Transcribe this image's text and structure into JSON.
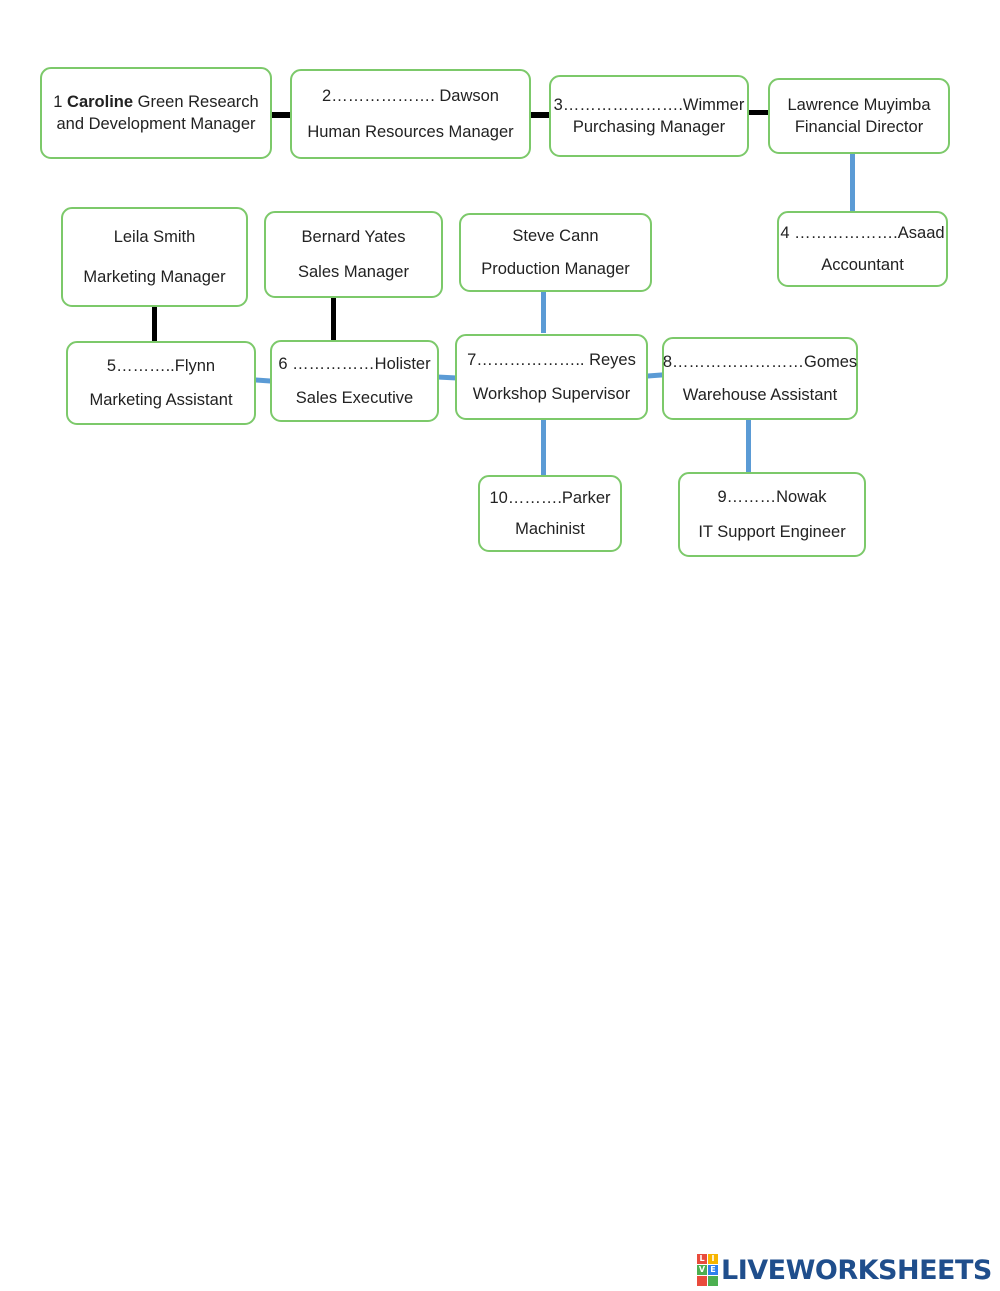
{
  "org_chart": {
    "caroline": {
      "number": "1",
      "bold_name": "Caroline",
      "rest": "Green Research and Development Manager"
    },
    "dawson": {
      "name": "2………………. Dawson",
      "role": "Human Resources Manager"
    },
    "wimmer": {
      "name": "3………………….Wimmer",
      "role": "Purchasing Manager"
    },
    "muyimba": {
      "name": "Lawrence Muyimba",
      "role": "Financial Director"
    },
    "asaad": {
      "name": "4 ……………….Asaad",
      "role": "Accountant"
    },
    "smith": {
      "name": "Leila Smith",
      "role": "Marketing Manager"
    },
    "yates": {
      "name": "Bernard Yates",
      "role": "Sales Manager"
    },
    "cann": {
      "name": "Steve Cann",
      "role": "Production Manager"
    },
    "flynn": {
      "name": "5………..Flynn",
      "role": "Marketing Assistant"
    },
    "holister": {
      "name": "6 ……………Holister",
      "role": "Sales Executive"
    },
    "reyes": {
      "name": "7……………….. Reyes",
      "role": "Workshop Supervisor"
    },
    "gomes": {
      "name": "8……………………Gomes",
      "role": "Warehouse Assistant"
    },
    "parker": {
      "name": "10……….Parker",
      "role": "Machinist"
    },
    "nowak": {
      "name": "9………Nowak",
      "role": "IT Support Engineer"
    }
  },
  "colors": {
    "box_border": "#7cc96a",
    "line_black": "#000000",
    "line_blue": "#5b9bd5"
  },
  "footer": {
    "logo_tiles": [
      "L",
      "I",
      "V",
      "E",
      "",
      ""
    ],
    "logo_tile_colors": [
      "#e94b3c",
      "#f7b500",
      "#4caf50",
      "#2f80ed",
      "#e94b3c",
      "#4caf50"
    ],
    "logo_text": "LIVEWORKSHEETS"
  }
}
